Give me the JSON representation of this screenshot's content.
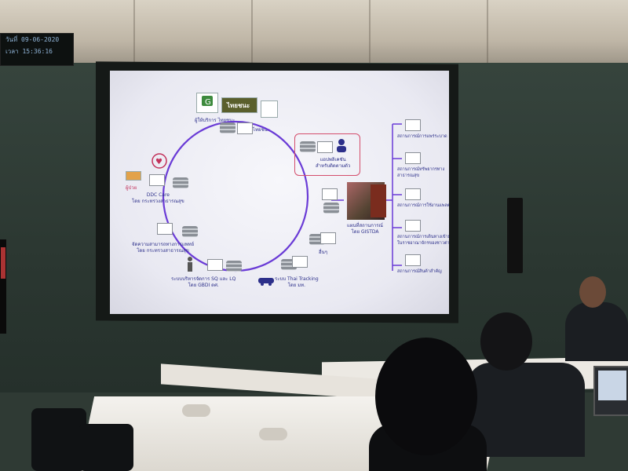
{
  "clock": {
    "date_line": "วันที่ 09-06-2020",
    "time_line": "เวลา 15:36:16"
  },
  "slide": {
    "top_logos": {
      "caption_left": "ผู้ให้บริการ ไทยชนะ",
      "thaichana_logo_text": "ไทยชนะ",
      "caption_right": "ไทยชนะ"
    },
    "highlight_box_label": "แอปพลิเคชัน\nสำหรับติดตามตัว",
    "left_nodes": [
      {
        "label": "ผู้ป่วย",
        "color": "#c2315a"
      },
      {
        "label": "DDC Care\nโดย กระทรวงสาธารณสุข"
      },
      {
        "label": "จัดความสามารถทางการแพทย์\nโดย กระทรวงสาธารณสุข"
      },
      {
        "label": "ระบบบริหารจัดการ SQ และ LQ\nโดย GBDI ดศ."
      }
    ],
    "bottom_node_label": "ระบบ Thai Tracking\nโดย มท.",
    "right_node_label": "อื่นๆ",
    "center_right_label": "แผนที่สถานการณ์\nโดย GISTDA",
    "right_column_items": [
      "สถานการณ์การแพร่ระบาด",
      "สถานการณ์ทรัพยากรทาง\nสาธารณสุข",
      "สถานการณ์การใช้งานแพลตฟอร์ม",
      "สถานการณ์การเดินทางเข้ามา\nในราชอาณาจักรของชาวต่างชาติ",
      "สถานการณ์สินค้าสำคัญ"
    ],
    "colors": {
      "ring": "#6a3bd6",
      "text": "#2c2f8a",
      "highlight": "#d44d6c",
      "arrow": "#6a3bd6"
    }
  }
}
